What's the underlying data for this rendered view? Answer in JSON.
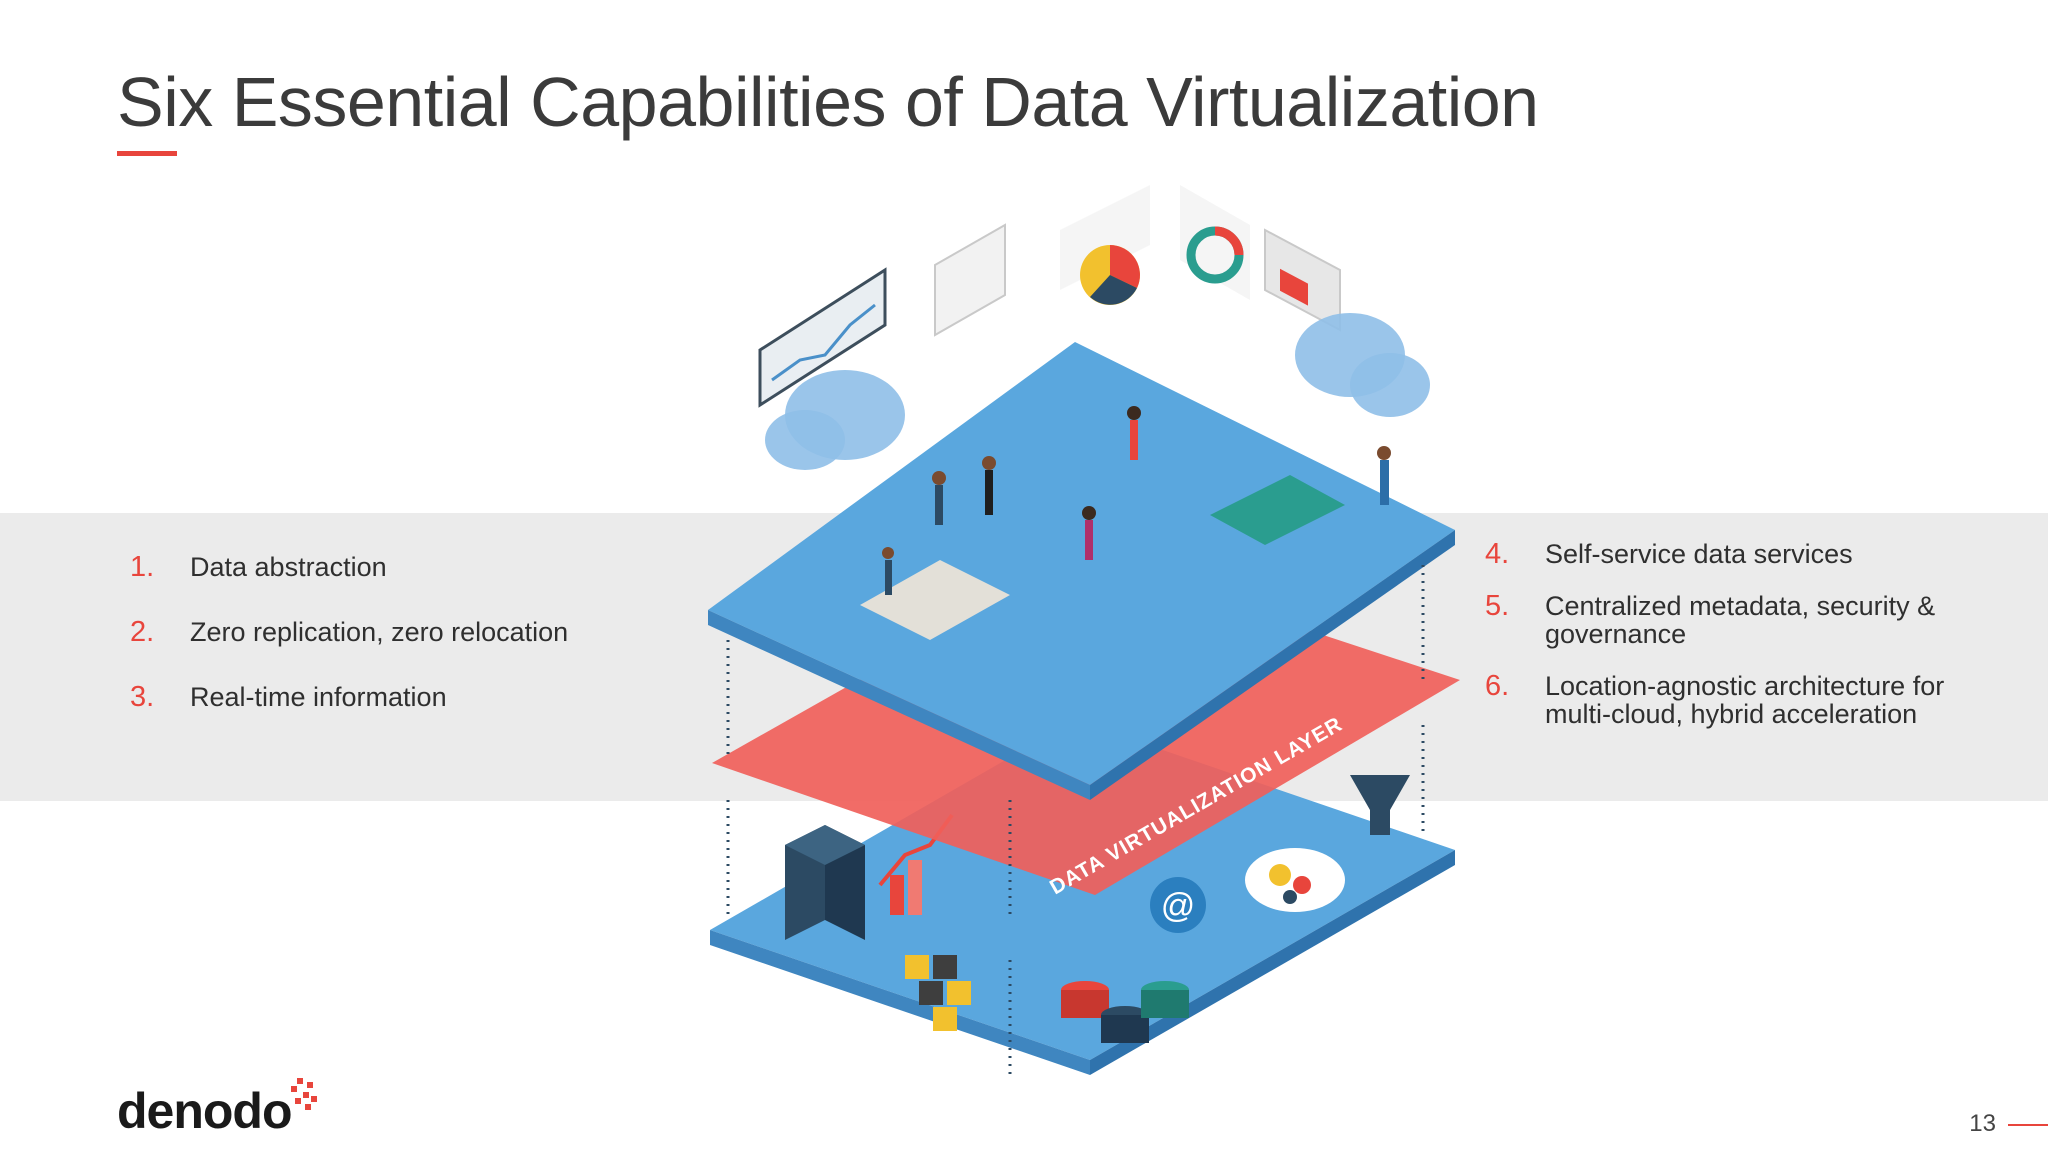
{
  "slide": {
    "title": "Six Essential Capabilities of Data Virtualization",
    "left_items": [
      {
        "num": "1.",
        "text": "Data abstraction"
      },
      {
        "num": "2.",
        "text": "Zero replication, zero relocation"
      },
      {
        "num": "3.",
        "text": "Real-time information"
      }
    ],
    "right_items": [
      {
        "num": "4.",
        "text": "Self-service data services"
      },
      {
        "num": "5.",
        "text": "Centralized metadata, security & governance"
      },
      {
        "num": "6.",
        "text": "Location-agnostic architecture for multi-cloud, hybrid acceleration"
      }
    ],
    "layer_label": "DATA VIRTUALIZATION LAYER",
    "logo_text": "denodo",
    "page_number": "13"
  },
  "colors": {
    "accent": "#e8453c",
    "band": "#ebebeb",
    "platform_blue": "#5aa7de",
    "layer_red": "#f0605a"
  }
}
